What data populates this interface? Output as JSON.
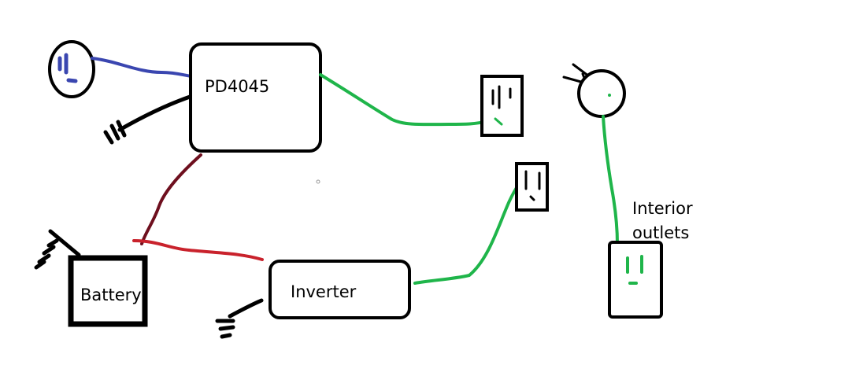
{
  "nodes": {
    "controller_label": "PD4045",
    "battery_label": "Battery",
    "inverter_label": "Inverter",
    "interior_line1": "Interior",
    "interior_line2": "outlets"
  },
  "colors": {
    "shore_wire": "#3a46b0",
    "ground_wire": "#000000",
    "dc_positive_wire": "#6e0f1e",
    "battery_to_inverter_wire": "#c9222c",
    "ac_wire": "#1fb54a",
    "outline": "#000000"
  },
  "icons": [
    "shore-plug-icon",
    "ground-symbol-icon",
    "outlet-icon",
    "plug-icon"
  ]
}
